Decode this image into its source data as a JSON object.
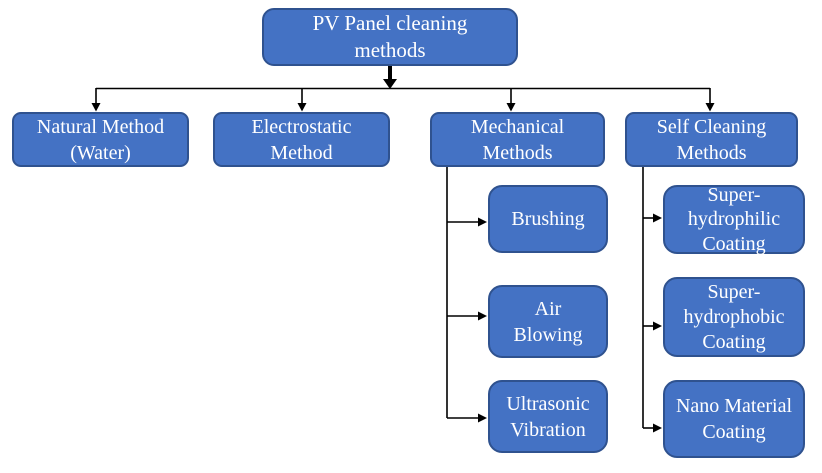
{
  "diagram": {
    "root": {
      "label": "PV Panel cleaning\nmethods"
    },
    "level1": [
      {
        "id": "natural",
        "label": "Natural Method\n(Water)"
      },
      {
        "id": "electrostatic",
        "label": "Electrostatic\nMethod"
      },
      {
        "id": "mechanical",
        "label": "Mechanical\nMethods"
      },
      {
        "id": "self_cleaning",
        "label": "Self Cleaning\nMethods"
      }
    ],
    "mechanical_children": [
      {
        "label": "Brushing"
      },
      {
        "label": "Air\nBlowing"
      },
      {
        "label": "Ultrasonic\nVibration"
      }
    ],
    "self_cleaning_children": [
      {
        "label": "Super-\nhydrophilic\nCoating"
      },
      {
        "label": "Super-\nhydrophobic\nCoating"
      },
      {
        "label": "Nano Material\nCoating"
      }
    ]
  },
  "colors": {
    "node_fill": "#4472C4",
    "node_border": "#2F528F",
    "node_text": "#FFFFFF",
    "connector": "#000000",
    "background": "#FFFFFF"
  }
}
